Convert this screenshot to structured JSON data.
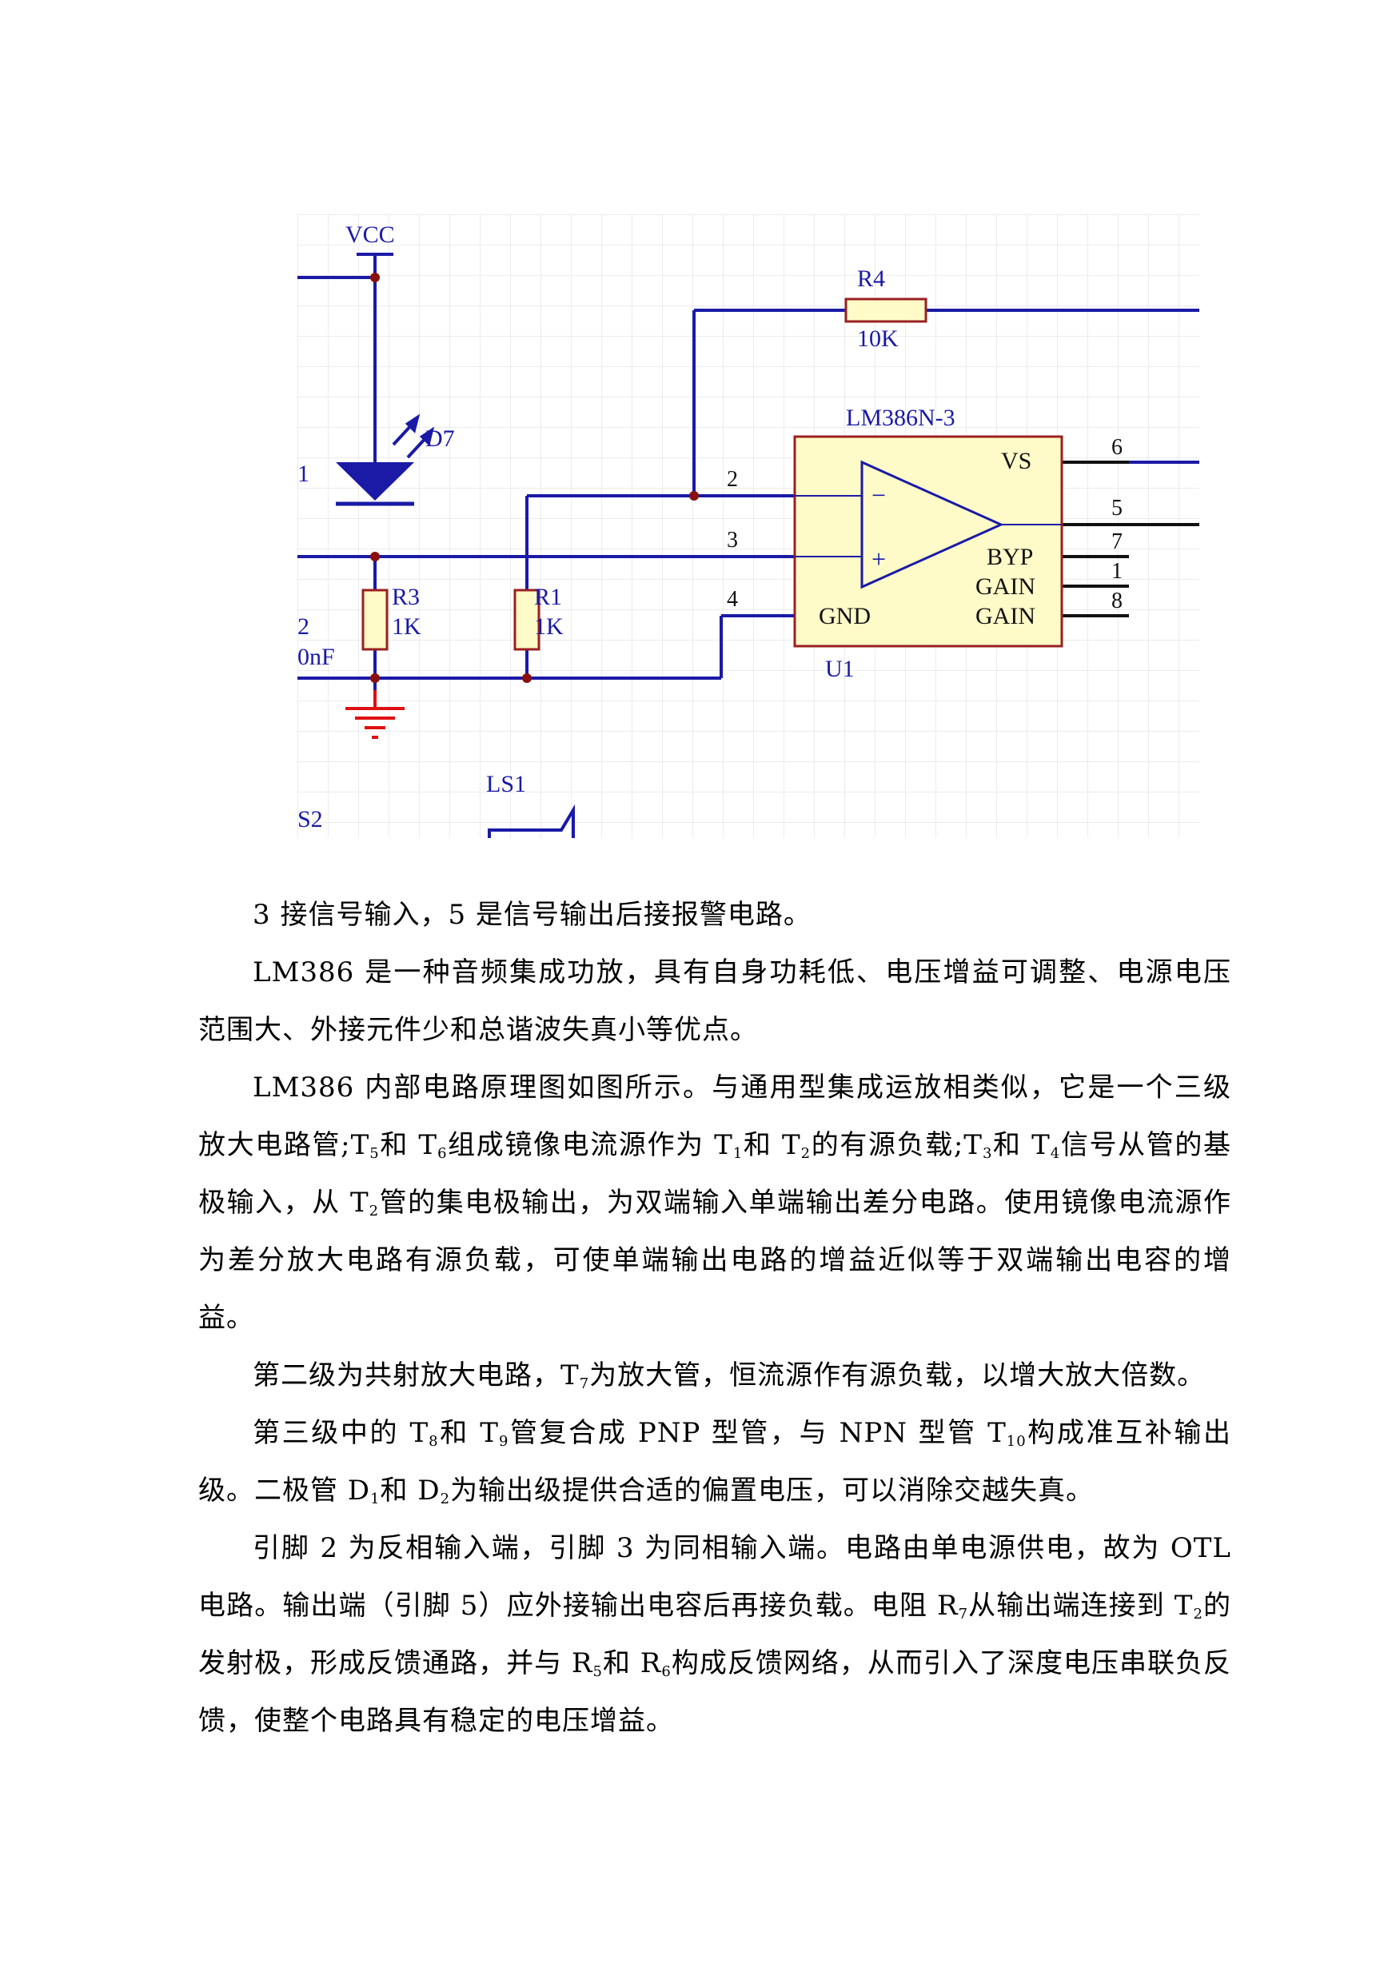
{
  "schematic": {
    "vcc": "VCC",
    "r4": {
      "ref": "R4",
      "value": "10K"
    },
    "d7": {
      "ref": "D7"
    },
    "d7_cut_label": "1",
    "r3": {
      "ref": "R3",
      "value": "1K"
    },
    "r1": {
      "ref": "R1",
      "value": "1K"
    },
    "c_cut_ref": "2",
    "c_cut_value": "0nF",
    "ic": {
      "part": "LM386N-3",
      "ref": "U1",
      "minus": "−",
      "plus": "+",
      "vs": "VS",
      "byp": "BYP",
      "gain1": "GAIN",
      "gain2": "GAIN",
      "gnd": "GND"
    },
    "pins": {
      "p2": "2",
      "p3": "3",
      "p4": "4",
      "p6": "6",
      "p5": "5",
      "p7": "7",
      "p1": "1",
      "p8": "8"
    },
    "ls1": "LS1",
    "ds2_cut": "S2",
    "colors": {
      "wire": "#1a1aa6",
      "ic_fill": "#fffbc8",
      "ic_stroke": "#9a2020",
      "ground": "#e01010",
      "junction": "#8a1010",
      "grid": "#e6e6e6"
    }
  },
  "paragraphs": [
    "3 接信号输入，5 是信号输出后接报警电路。",
    "LM386 是一种音频集成功放，具有自身功耗低、电压增益可调整、电源电压范围大、外接元件少和总谐波失真小等优点。",
    "LM386 内部电路原理图如图所示。与通用型集成运放相类似，它是一个三级放大电路管;T<sub>5</sub>和 T<sub>6</sub>组成镜像电流源作为 T<sub>1</sub>和 T<sub>2</sub>的有源负载;T<sub>3</sub>和 T<sub>4</sub>信号从管的基极输入，从 T<sub>2</sub>管的集电极输出，为双端输入单端输出差分电路。使用镜像电流源作为差分放大电路有源负载，可使单端输出电路的增益近似等于双端输出电容的增益。",
    "第二级为共射放大电路，T<sub>7</sub>为放大管，恒流源作有源负载，以增大放大倍数。",
    "第三级中的 T<sub>8</sub>和 T<sub>9</sub>管复合成 PNP 型管，与 NPN 型管 T<sub>10</sub>构成准互补输出级。二极管 D<sub>1</sub>和 D<sub>2</sub>为输出级提供合适的偏置电压，可以消除交越失真。",
    "引脚 2 为反相输入端，引脚 3 为同相输入端。电路由单电源供电，故为 OTL 电路。输出端（引脚 5）应外接输出电容后再接负载。电阻 R<sub>7</sub>从输出端连接到 T<sub>2</sub>的发射极，形成反馈通路，并与 R<sub>5</sub>和 R<sub>6</sub>构成反馈网络，从而引入了深度电压串联负反馈，使整个电路具有稳定的电压增益。"
  ]
}
